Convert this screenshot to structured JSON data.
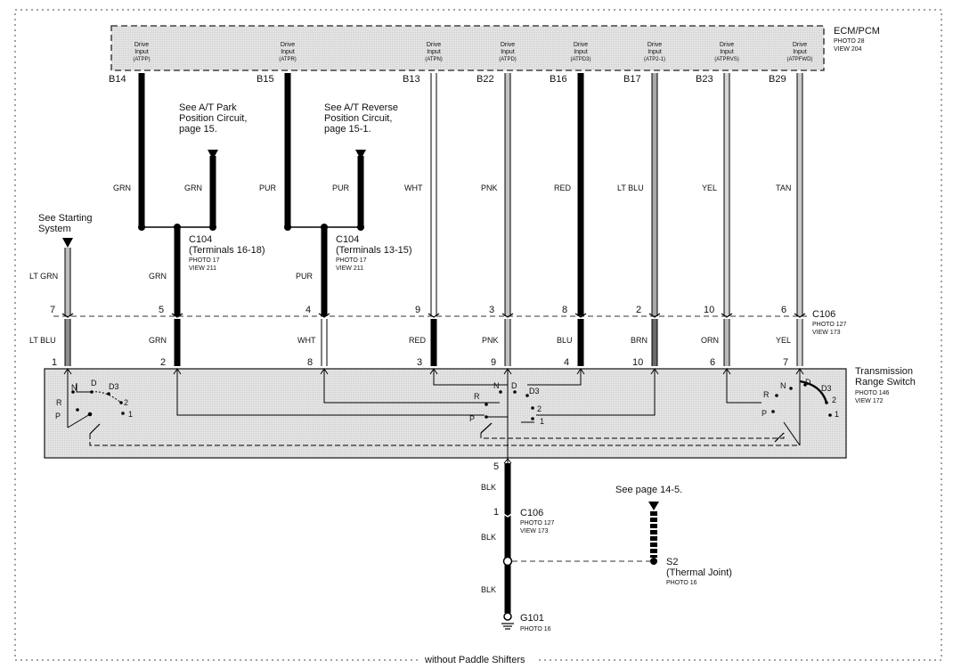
{
  "ecm": {
    "title": "ECM/PCM",
    "photo": "PHOTO 28",
    "view": "VIEW 204",
    "inputs": [
      {
        "label1": "Drive",
        "label2": "Input",
        "code": "(ATPP)",
        "pin": "B14"
      },
      {
        "label1": "Drive",
        "label2": "Input",
        "code": "(ATPR)",
        "pin": "B15"
      },
      {
        "label1": "Drive",
        "label2": "Input",
        "code": "(ATPN)",
        "pin": "B13"
      },
      {
        "label1": "Drive",
        "label2": "Input",
        "code": "(ATPD)",
        "pin": "B22"
      },
      {
        "label1": "Drive",
        "label2": "Input",
        "code": "(ATPD3)",
        "pin": "B16"
      },
      {
        "label1": "Drive",
        "label2": "Input",
        "code": "(ATP2-1)",
        "pin": "B17"
      },
      {
        "label1": "Drive",
        "label2": "Input",
        "code": "(ATPRVS)",
        "pin": "B23"
      },
      {
        "label1": "Drive",
        "label2": "Input",
        "code": "(ATPFWD)",
        "pin": "B29"
      }
    ]
  },
  "wire_colors_top": [
    "GRN",
    "PUR",
    "WHT",
    "PNK",
    "RED",
    "LT BLU",
    "YEL",
    "TAN"
  ],
  "branch_colors": {
    "grn": "GRN",
    "pur": "PUR"
  },
  "refs": {
    "park": [
      "See A/T Park",
      "Position Circuit,",
      "page 15."
    ],
    "reverse": [
      "See A/T Reverse",
      "Position Circuit,",
      "page 15-1."
    ],
    "starting": [
      "See Starting",
      "System"
    ],
    "page145": "See page 14-5."
  },
  "c104a": {
    "name": "C104",
    "terminals": "(Terminals 16-18)",
    "photo": "PHOTO 17",
    "view": "VIEW 211"
  },
  "c104b": {
    "name": "C104",
    "terminals": "(Terminals 13-15)",
    "photo": "PHOTO 17",
    "view": "VIEW 211"
  },
  "mid_colors": {
    "ltgrn": "LT GRN",
    "grn": "GRN",
    "pur": "PUR"
  },
  "c106_top": {
    "name": "C106",
    "photo": "PHOTO 127",
    "view": "VIEW 173",
    "pins": [
      "7",
      "5",
      "4",
      "9",
      "3",
      "8",
      "2",
      "10",
      "6"
    ]
  },
  "bottom_colors": [
    "LT BLU",
    "GRN",
    "WHT",
    "RED",
    "PNK",
    "BLU",
    "BRN",
    "ORN",
    "YEL"
  ],
  "trs_pins": [
    "1",
    "2",
    "8",
    "3",
    "9",
    "4",
    "10",
    "6",
    "7"
  ],
  "trs": {
    "title1": "Transmission",
    "title2": "Range Switch",
    "photo": "PHOTO 146",
    "view": "VIEW 172"
  },
  "switch_labels": {
    "p": "P",
    "r": "R",
    "n": "N",
    "d": "D",
    "d3": "D3",
    "two": "2",
    "one": "1"
  },
  "ground": {
    "pin5": "5",
    "blk1": "BLK",
    "c106": {
      "pin": "1",
      "name": "C106",
      "photo": "PHOTO 127",
      "view": "VIEW 173"
    },
    "blk2": "BLK",
    "blk3": "BLK",
    "s2": {
      "name": "S2",
      "sub": "(Thermal Joint)",
      "photo": "PHOTO 16"
    },
    "g101": {
      "name": "G101",
      "photo": "PHOTO 16"
    }
  },
  "footer": "without Paddle Shifters"
}
